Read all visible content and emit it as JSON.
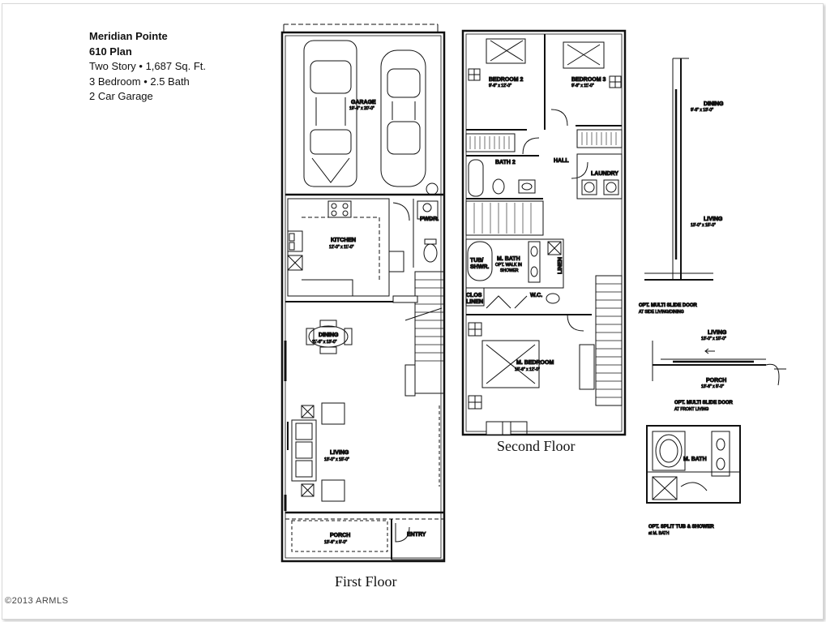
{
  "info": {
    "community": "Meridian Pointe",
    "plan": "610 Plan",
    "line1": "Two Story • 1,687 Sq. Ft.",
    "line2": "3 Bedroom  • 2.5 Bath",
    "line3": "2 Car Garage"
  },
  "first_floor": {
    "caption": "First Floor",
    "rooms": {
      "garage": {
        "name": "GARAGE",
        "dims": "19'-4\" x 20'-0\""
      },
      "kitchen": {
        "name": "KITCHEN",
        "dims": "12'-0\" x 11'-0\""
      },
      "pwdr": {
        "name": "PWDR."
      },
      "dining": {
        "name": "DINING",
        "dims": "11'-6\" x 13'-0\""
      },
      "living": {
        "name": "LIVING",
        "dims": "13'-0\" x 15'-0\""
      },
      "porch": {
        "name": "PORCH",
        "dims": "13'-6\" x 5'-0\""
      },
      "entry": {
        "name": "ENTRY"
      }
    }
  },
  "second_floor": {
    "caption": "Second Floor",
    "rooms": {
      "bedroom2": {
        "name": "BEDROOM 2",
        "dims": "9'-6\" x 12'-0\""
      },
      "bedroom3": {
        "name": "BEDROOM 3",
        "dims": "9'-6\" x 11'-0\""
      },
      "bath2": {
        "name": "BATH 2"
      },
      "hall": {
        "name": "HALL"
      },
      "laundry": {
        "name": "LAUNDRY"
      },
      "tub": {
        "name1": "TUB/",
        "name2": "SHWR."
      },
      "mbath": {
        "name": "M. BATH",
        "note1": "OPT. WALK IN",
        "note2": "SHOWER"
      },
      "linen": {
        "name": "LINEN"
      },
      "clos": {
        "name1": "CLOS",
        "name2": "LINEN"
      },
      "wc": {
        "name": "W.C."
      },
      "mbedroom": {
        "name": "M. BEDROOM",
        "dims": "15'-6\" x 12'-0\""
      }
    }
  },
  "options": {
    "dining": {
      "name": "DINING",
      "dims": "9'-6\" x 13'-0\""
    },
    "living": {
      "name": "LIVING",
      "dims": "13'-0\" x 15'-0\""
    },
    "slide1_title": "OPT. MULTI SLIDE DOOR",
    "slide1_sub": "AT SIDE LIVING/DINING",
    "living2": {
      "name": "LIVING",
      "dims": "13'-0\" x 15'-0\""
    },
    "porch2": {
      "name": "PORCH",
      "dims": "13'-6\" x 5'-0\""
    },
    "slide2_title": "OPT. MULTI SLIDE DOOR",
    "slide2_sub": "AT FRONT LIVING",
    "mbath": {
      "name": "M. BATH"
    },
    "split_title": "OPT. SPLIT TUB & SHOWER",
    "split_sub": "at M. BATH"
  },
  "copyright": "©2013 ARMLS"
}
